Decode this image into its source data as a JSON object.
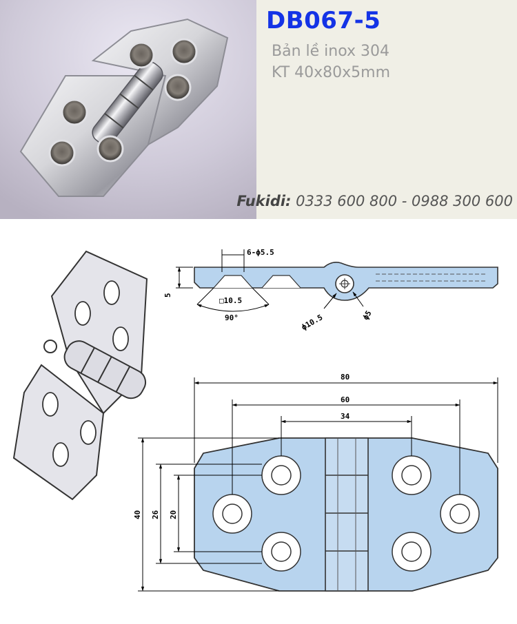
{
  "product": {
    "code": "DB067-5",
    "line1": "Bản lề inox 304",
    "line2": "KT 40x80x5mm"
  },
  "contact": {
    "brand": "Fukidi:",
    "phones": "0333 600 800 - 0988 300 600"
  },
  "drawing": {
    "side_view": {
      "holes_label": "6-ϕ5.5",
      "thickness": "5",
      "countersink": "□10.5",
      "angle": "90°",
      "knuckle_dia": "ϕ10.5",
      "pin_dia": "ϕ5"
    },
    "top_view": {
      "overall_length": "80",
      "outer_hole_spacing": "60",
      "inner_hole_spacing": "34",
      "overall_width": "40",
      "row_spacing_outer": "26",
      "row_spacing_inner": "20"
    }
  },
  "colors": {
    "title_blue": "#1433e6",
    "drawing_fill": "#b8d4ee",
    "info_bg": "#f0efe6"
  }
}
